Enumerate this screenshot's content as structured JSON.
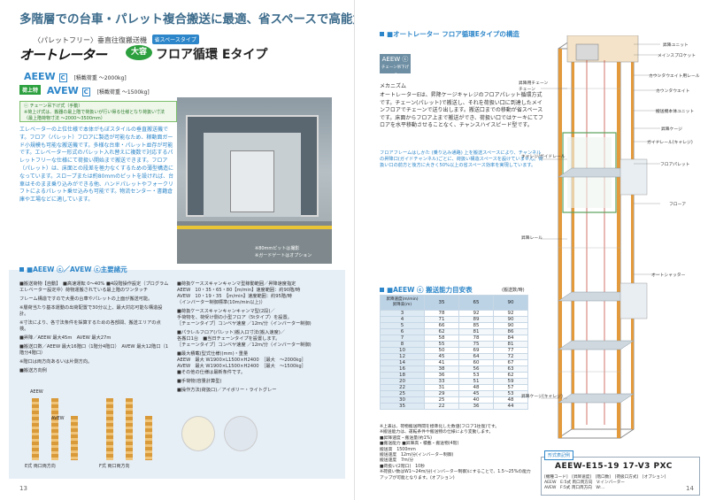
{
  "left_page": {
    "headline": "多階層での台車・パレット複合搬送に最適、省スペースで高能力。",
    "subcategory": "〈パレットフリー〉垂直往復搬送機",
    "subcategory_badge": "省スペースタイプ",
    "brand": "オートレーター",
    "brand_oval": "大容",
    "brand_type": "フロア循環 Eタイプ",
    "model1": "AEEW",
    "model1_badge": "C",
    "model1_sub": "[積載荷重 〜2000kg]",
    "model2_tag": "荷上特",
    "model2": "AVEW",
    "model2_badge": "C",
    "model2_sub": "[積載荷重 〜1500kg]",
    "greenbox": "ⓒ チェーン吊下げ式（手動）\n※荷上げ式は、搬器の最上階で荷扱いが行い得る仕様となり荷扱い寸法\n（最上階荷物寸法 〜2000〜3500mm）",
    "description": "エレベーターの上位仕様で本体がもぼスタイルの垂直搬送機です。フロア（パレット）フロアに製造が可能なため、稼動面ガード小規模も可能な搬送機です。多様な台車・パレット並存が可能です。エレベーター形式のパレット入れ替えに複数で対応するパレットフリーな仕様にて荷扱い開始まで搬送できます。フロア（パレット）は、床面との段差を極力なくするための薄型構造になっています。スロープまたは約80mmのピットを設ければ、台車はそのまま乗り込みができる他、ハンドパレットやフォークリフトによるパレット乗せ込みも可能です。物流センター・書籍倉庫や工場などに適しています。",
    "photo_caption1": "※80mmピットは撮影",
    "photo_caption2": "※ガードゲートはオプション",
    "spec_heading": "■AEEW ⓒ／AVEW ⓒ主要諸元",
    "spec_left": [
      "■搬送荷物【自動】　■高速運転 0〜40% ■4段階操作設定（プログラムエレベーター設定中）荷物運搬されている最上階のワンタッチ",
      "フレーム構造ですので大量の台車やパレットの上面が搬送可能。",
      "※層荷当たり基本運動の出荷配置で30分以上、最大対応可能な構造設計。",
      "※寸法により、各寸法条件を採算するための各部間、搬送エリアの点検。",
      "■昇降／AEEW 最大45m　AVEW 最大27m",
      "■搬送口数／AEEW 最大16階口（1階分4階口）　AVEW 最大12階口（1階分4階口）",
      "※階口は両方向あるいは片側方向。",
      "■搬送方向例"
    ],
    "spec_right": [
      "■荷扱ケーススキャンキャンマ型稼動範囲／昇降速度指定",
      "AEEW　10・35・65・80【m/min】速度範囲：約90階/時",
      "AVEW　10・19・35　【m/min】速度範囲：約95階/時",
      "（インバーター制御標準(10m/min以上)）",
      "■荷扱ケーススキャンキャンキャンマ型(2段)／",
      "手荷物を、荷受け側の小型フロア（5tタイプ）を設置。",
      "［チェーンタイプ］コンベヤ速度 ／12m/分（インバーター制御)",
      "■パラレルフロア(パレット)搬入口寸法(搬入速度)／",
      "各搬口1台　■当日チェーンタイプを設置します。",
      "［チェーンタイプ］コンベヤ速度 ／12m/分（インバーター制御)",
      "■最大積載(型式仕様)(mm)・重量",
      "AEEW　最大 W1900×L1500×H2400　［最大　〜2000kg］",
      "AVEW　最大 W1900×L1500×H2400　［最大　〜1500kg］",
      "■その他の仕様は最新条件です。",
      "■手荷物(容量計算型)",
      "■操作方法(荷扱口)／アイボリー・ライトグレー"
    ],
    "rack_label_a": "AEEW",
    "rack_label_b": "AVEW",
    "rack_foot_a": "E式 両口両方向",
    "rack_foot_b": "F式 両口両方向",
    "page_number": "13"
  },
  "right_page": {
    "title": "■オートレーター フロア循環Eタイプの構造",
    "mini_logo": "AEEW ⓒ",
    "mini_logo_sub": "チェーン吊下げ式",
    "mechanism_title": "メカニズム",
    "mechanism": "オートレーターEは、昇降ケージキャレジのフロアパレット循環方式です。チェーン(パレット)で搬送し、それを荷扱い口に到達したメインフロアでチェーンで送り出します。搬送口までの移動が省スペースです。床面からフロア上まで搬送ができ、荷扱い口ではケーキにてフロアを水平移動させることなく、チャンスハイスピード型です。",
    "note": "フロアフレームはしかた (乗り込み通路) 上を搬送スペースにより、チャンネルの昇降口(ガイドチャンネル)ごとに、荷扱い構造スペースを設けていません。荷扱い口の前方と後方に大きく50%以上の省スペース効率を実現しています。",
    "table_title": "■AEEW ⓒ 搬送能力目安表",
    "table_unit": "(搬送数/時)",
    "table_header_corner": "昇降速度(m/min)\n昇降高(m)",
    "table_speeds": [
      "35",
      "65",
      "90"
    ],
    "table_rows": [
      [
        "3",
        "78",
        "92",
        "92"
      ],
      [
        "4",
        "71",
        "89",
        "90"
      ],
      [
        "5",
        "66",
        "85",
        "90"
      ],
      [
        "6",
        "62",
        "81",
        "86"
      ],
      [
        "7",
        "58",
        "78",
        "84"
      ],
      [
        "8",
        "55",
        "75",
        "81"
      ],
      [
        "10",
        "50",
        "69",
        "77"
      ],
      [
        "12",
        "45",
        "64",
        "72"
      ],
      [
        "14",
        "41",
        "60",
        "67"
      ],
      [
        "16",
        "38",
        "56",
        "63"
      ],
      [
        "18",
        "36",
        "53",
        "62"
      ],
      [
        "20",
        "33",
        "51",
        "59"
      ],
      [
        "22",
        "31",
        "48",
        "57"
      ],
      [
        "25",
        "29",
        "45",
        "53"
      ],
      [
        "30",
        "25",
        "40",
        "48"
      ],
      [
        "35",
        "22",
        "36",
        "44"
      ]
    ],
    "footnotes": "※上表は、荷物搬送時間を標準化した数値(フロア1往復)です。\n※搬送能力は、運転条件や搬送物の仕様により変動します。\n■昇降速度・搬送量(約1%)\n■搬送能力 ■昇降高・積載・搬送物(4階)\n搬送高　1500mm\n搬送速度　12m/分(インバーター制御)\n搬送速度　7m/分\n■荷扱い(2階口)　10秒\n※荷扱い数はW1〜24m/分(インバーター制御)にすることで、1.5〜25%の能力アップが可能となります。(オプション)",
    "diagram_labels": [
      "昇降ユニット",
      "メインスプロケット",
      "カウンタウエイト用レール",
      "カウンタウエイト",
      "搬送機本体ユニット",
      "昇降ケージ",
      "ガイドレール(キャレジ)",
      "フロアパレット",
      "フローア",
      "オートシャッター",
      "チェーン",
      "昇降用チェーン",
      "昇降レール",
      "キャレジ/ガイドレール",
      "昇降ケージ(キャレジ)"
    ],
    "code_tag": "形式表記例",
    "code": "AEEW-E15-19 17-V3 PXC",
    "code_sub": "[機種コード]　[昇降速度]　[階口数]　[荷扱口方式]　[オプション]\nAEEW　E:5式 両口両方向　V:インバーター\nAVEW　F:5式 両口両方向　W:...",
    "page_number": "14"
  }
}
